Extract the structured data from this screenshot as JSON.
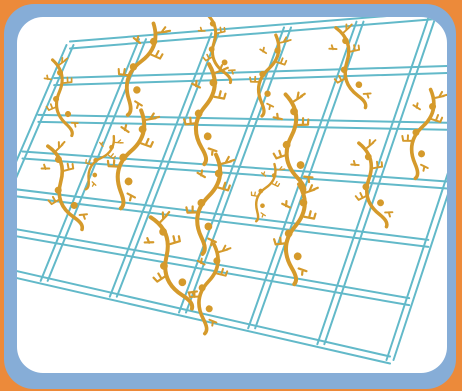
{
  "colors": {
    "orange_background": "#EC8A3A",
    "blue_frame": "#86ADD7",
    "panel_background": "#FFFFFF",
    "grid_lines": "#62B9C9",
    "strands": "#D59A2B"
  },
  "illustration": {
    "grid_rows": 6,
    "grid_cols": 6,
    "strand_count": 17
  }
}
